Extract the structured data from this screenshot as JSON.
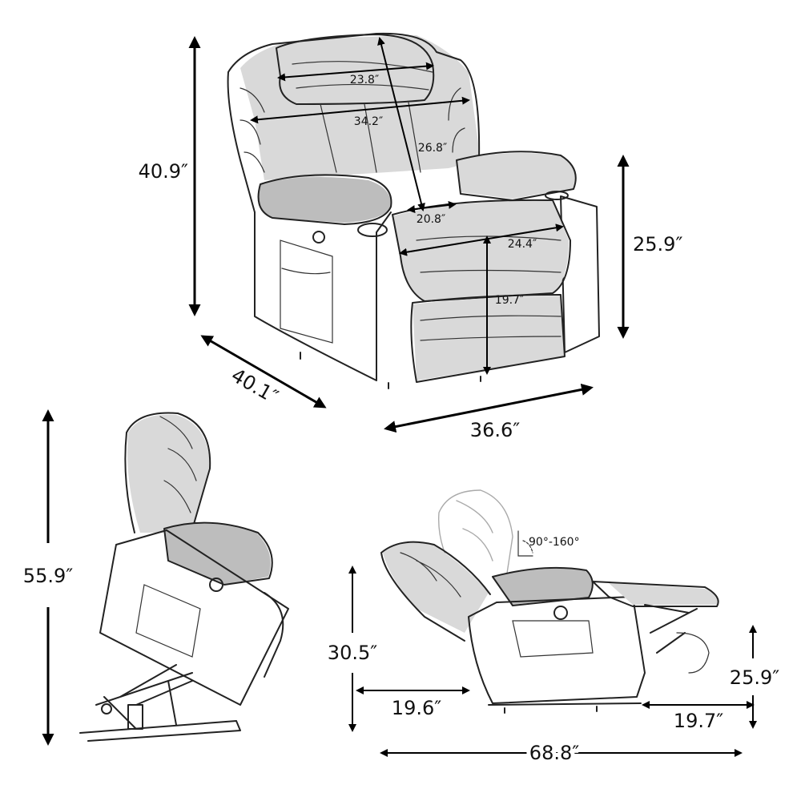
{
  "dimensions": {
    "top_height": "40.9″",
    "top_depth": "40.1″",
    "top_width": "36.6″",
    "arm_height": "25.9″",
    "pillow_width": "23.8″",
    "back_width": "34.2″",
    "back_height": "26.8″",
    "seat_width": "20.8″",
    "inner_width": "24.4″",
    "seat_height": "19.7″",
    "lift_height": "55.9″",
    "recline_height": "30.5″",
    "recline_back_offset": "19.6″",
    "footrest_height": "25.9″",
    "footrest_extension": "19.7″",
    "recline_length": "68.8″",
    "recline_angle": "90°-160°"
  }
}
